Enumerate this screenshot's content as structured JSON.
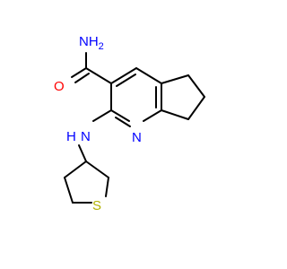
{
  "structure": {
    "atoms": {
      "amide_nh2": "NH",
      "amide_nh2_subscript": "2",
      "amide_o": "O",
      "pyridine_n": "N",
      "amine_n": "N",
      "amine_h": "H",
      "thiolane_s": "S"
    },
    "colors": {
      "nitrogen": "#0000ff",
      "oxygen": "#ff0000",
      "sulfur": "#b2b200",
      "bond": "#000000"
    }
  }
}
